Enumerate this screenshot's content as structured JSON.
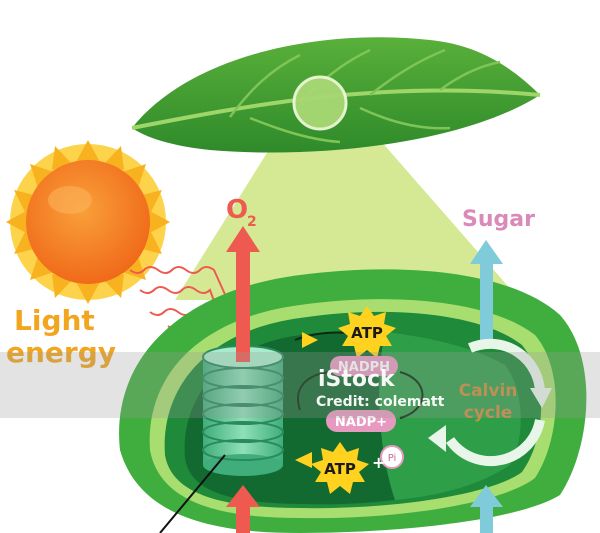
{
  "labels": {
    "light_line1": "Light",
    "light_line2": "energy",
    "oxygen": "O",
    "oxygen_sub": "2",
    "sugar": "Sugar",
    "atp_top": "ATP",
    "atp_bottom": "ATP",
    "plus": "+",
    "pi": "Pi",
    "nadph": "NADPH",
    "nadp": "NADP+",
    "calvin_line1": "Calvin",
    "calvin_line2": "cycle"
  },
  "watermark": {
    "brand": "iStock",
    "credit": "Credit: colematt"
  },
  "colors": {
    "leaf_dark": "#3f9a2e",
    "leaf_light": "#78c04a",
    "chloroplast_outer": "#3fae3f",
    "chloroplast_inner": "#1f7a3a",
    "stroma": "#156b34",
    "beam": "#cfe58a",
    "sun": "#f7a21b",
    "sun_core": "#f47b20",
    "light_text": "#f2a51e",
    "oxygen_arrow": "#ef5a50",
    "sugar_arrow": "#7fcbd9",
    "sugar_text": "#d98ab8",
    "atp_star": "#ffd21f",
    "nadph_pill": "#e79ac0",
    "calvin_text": "#f08a3c",
    "thylakoid": "#5fc79a"
  }
}
